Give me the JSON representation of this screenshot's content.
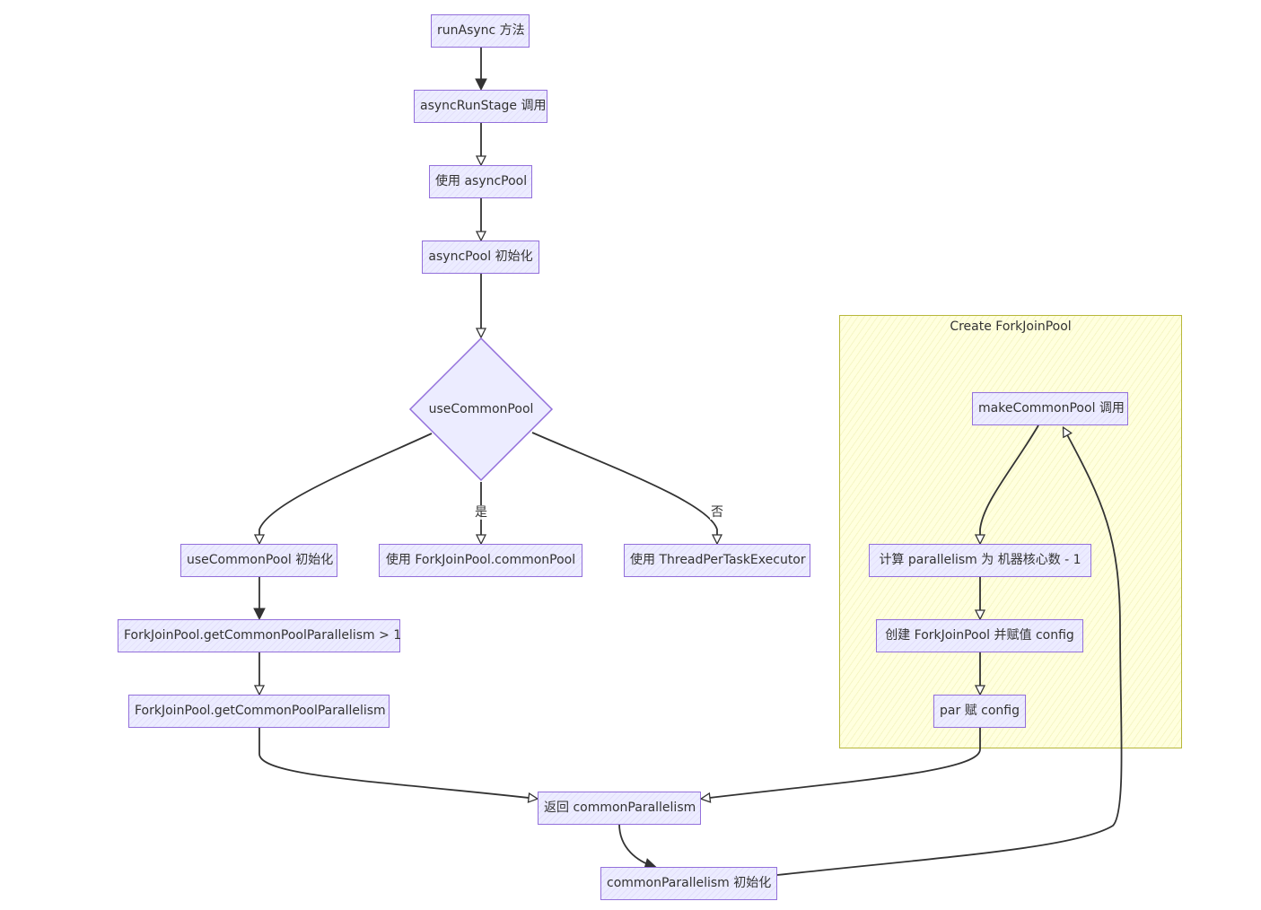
{
  "diagram": {
    "cluster": {
      "title": "Create ForkJoinPool"
    },
    "nodes": {
      "run_async": "runAsync 方法",
      "async_run_stage": "asyncRunStage 调用",
      "use_async_pool": "使用 asyncPool",
      "async_pool_init": "asyncPool 初始化",
      "decision": "useCommonPool",
      "use_common_pool_init": "useCommonPool 初始化",
      "use_fjp_common_pool": "使用 ForkJoinPool.commonPool",
      "use_thread_per_task": "使用 ThreadPerTaskExecutor",
      "parallelism_gt_one": "ForkJoinPool.getCommonPoolParallelism > 1",
      "get_parallelism": "ForkJoinPool.getCommonPoolParallelism",
      "return_parallelism": "返回 commonParallelism",
      "common_parallelism_init": "commonParallelism 初始化",
      "make_common_pool": "makeCommonPool 调用",
      "compute_parallelism": "计算 parallelism 为 机器核心数 - 1",
      "create_fjp": "创建 ForkJoinPool 并赋值 config",
      "par_assign": "par 赋 config"
    },
    "edge_labels": {
      "yes": "是",
      "no": "否"
    },
    "colors": {
      "node_fill": "#ececff",
      "node_stroke": "#9370db",
      "edge": "#333333",
      "cluster_fill": "#ffffde",
      "cluster_stroke": "#aaaa33"
    }
  }
}
